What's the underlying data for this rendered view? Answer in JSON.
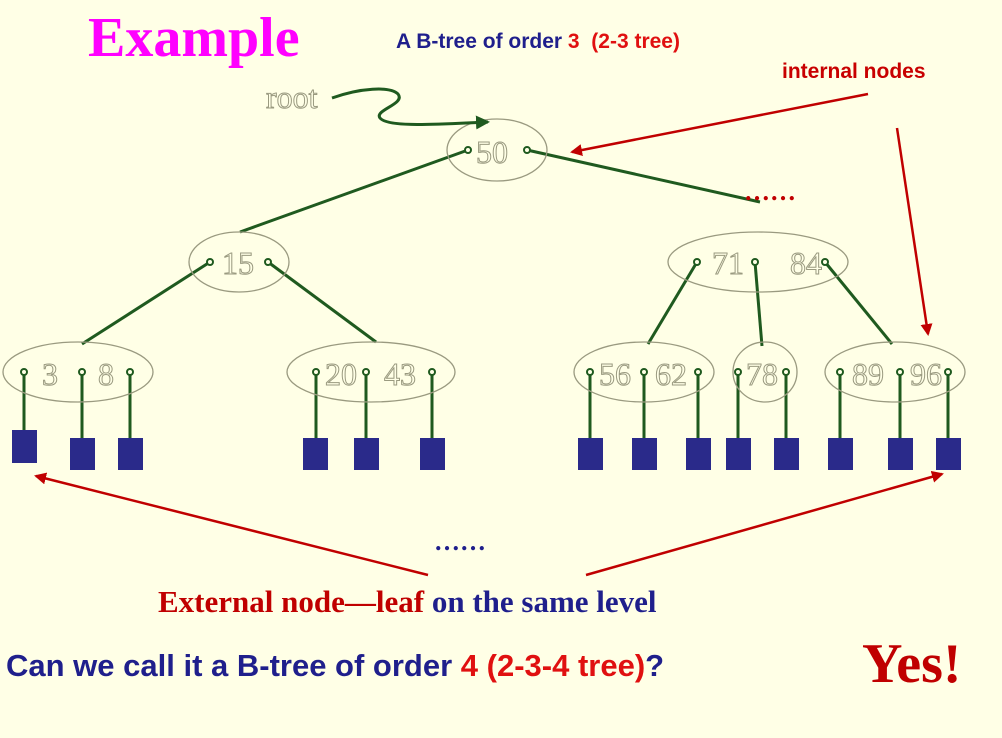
{
  "title": "Example",
  "subtitle": {
    "prefix": "A B-tree of order ",
    "order": "3",
    "suffix": "(2-3 tree)"
  },
  "labels": {
    "internal_nodes": "internal nodes",
    "root": "root",
    "ellipsis_top": "……",
    "ellipsis_bottom": "……"
  },
  "external_caption": {
    "part1": "External node—",
    "part2": "leaf",
    "part3": " on the same level"
  },
  "question": {
    "prefix": "Can we call it a B-tree of order ",
    "highlight": "4 (2-3-4 tree)",
    "suffix": "?"
  },
  "answer": "Yes!",
  "tree": {
    "root": [
      "50"
    ],
    "level1": [
      [
        "15"
      ],
      [
        "71",
        "84"
      ]
    ],
    "level2": [
      [
        "3",
        "8"
      ],
      [
        "20",
        "43"
      ],
      [
        "56",
        "62"
      ],
      [
        "78"
      ],
      [
        "89",
        "96"
      ]
    ]
  },
  "colors": {
    "background": "#ffffe6",
    "edge": "#1f5a1f",
    "leaf": "#2a2a8a",
    "arrow": "#c00000",
    "title": "#ff00ff"
  }
}
